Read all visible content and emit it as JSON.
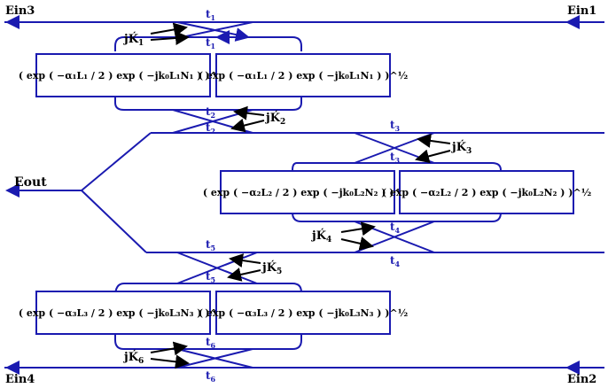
{
  "ports": {
    "ein3": "Ein3",
    "ein1": "Ein1",
    "ein4": "Ein4",
    "ein2": "Ein2",
    "eout": "Eout"
  },
  "couplers": {
    "t1": "t",
    "t1_sub": "1",
    "t2": "t",
    "t2_sub": "2",
    "t3": "t",
    "t3_sub": "3",
    "t4": "t",
    "t4_sub": "4",
    "t5": "t",
    "t5_sub": "5",
    "t6": "t",
    "t6_sub": "6"
  },
  "kappas": {
    "k1": "jḰ",
    "k1_sub": "1",
    "k2": "jḰ",
    "k2_sub": "2",
    "k3": "jḰ",
    "k3_sub": "3",
    "k4": "jḰ",
    "k4_sub": "4",
    "k5": "jḰ",
    "k5_sub": "5",
    "k6": "jḰ",
    "k6_sub": "6"
  },
  "formulas": {
    "ring1": "( exp ( −α₁L₁ / 2 ) exp ( −jk₀L₁N₁ ) )^½",
    "ring2": "( exp ( −α₂L₂ / 2 ) exp ( −jk₀L₂N₂ ) )^½",
    "ring3": "( exp ( −α₃L₃ / 2 ) exp ( −jk₀L₃N₃ ) )^½"
  },
  "colors": {
    "waveguide": "#1a1ab0",
    "text": "#000000"
  }
}
